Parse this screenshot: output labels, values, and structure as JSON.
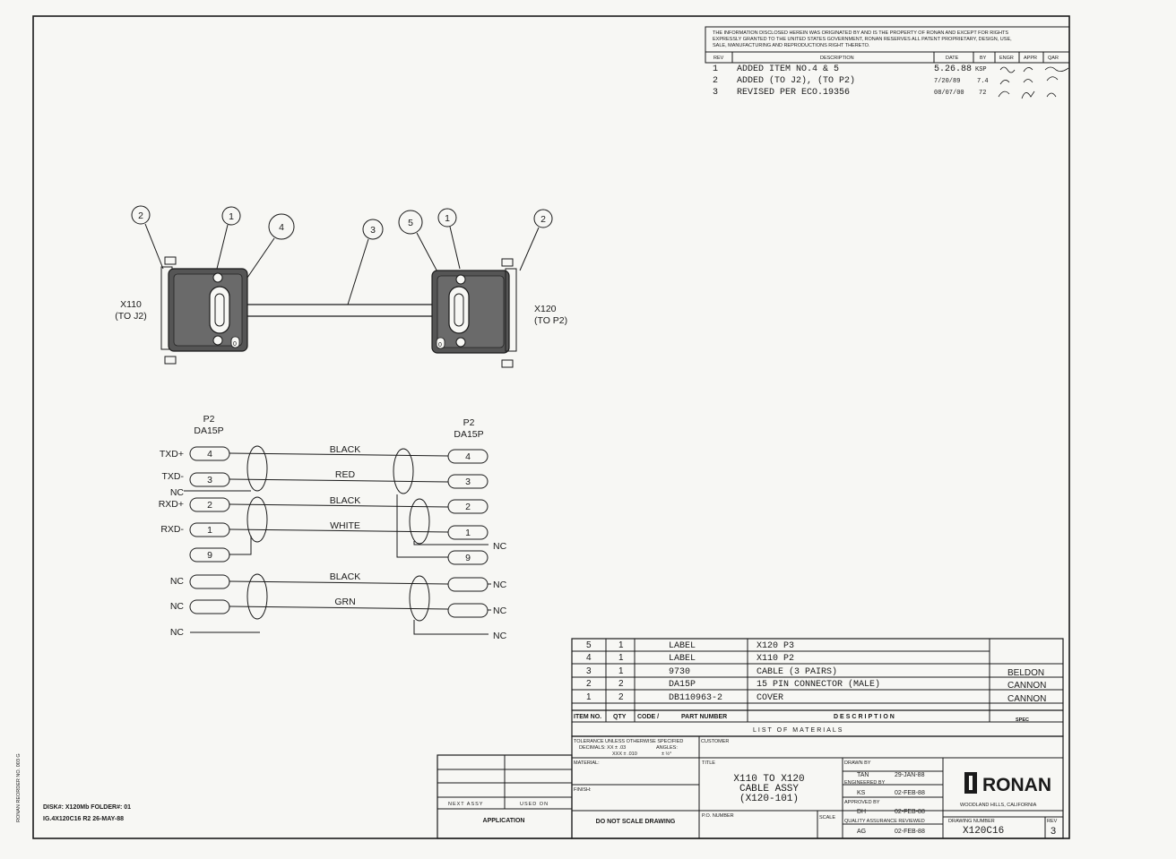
{
  "notice": {
    "line1": "THE INFORMATION DISCLOSED HEREIN WAS ORIGINATED BY AND IS THE PROPERTY OF RONAN AND EXCEPT FOR RIGHTS",
    "line2": "EXPRESSLY GRANTED TO THE UNITED STATES GOVERNMENT, RONAN RESERVES ALL PATENT PROPRIETARY, DESIGN, USE,",
    "line3": "SALE, MANUFACTURING AND REPRODUCTIONS RIGHT THERETO."
  },
  "revision_block": {
    "headers": {
      "rev": "REV",
      "description": "DESCRIPTION",
      "date": "DATE",
      "by": "BY",
      "engr": "ENGR",
      "appr": "APPR",
      "qar": "QAR"
    },
    "rows": [
      {
        "rev": "1",
        "description": "ADDED ITEM NO.4 & 5",
        "date": "5.26.88",
        "by": "KSP"
      },
      {
        "rev": "2",
        "description": "ADDED (TO J2), (TO P2)",
        "date": "7/20/89",
        "by": "7.4"
      },
      {
        "rev": "3",
        "description": "REVISED PER ECO.19356",
        "date": "08/07/00",
        "by": "72"
      }
    ]
  },
  "assembly": {
    "balloons": [
      "2",
      "1",
      "4",
      "3",
      "5",
      "1",
      "2"
    ],
    "left_connector": {
      "name": "X110",
      "mate": "(TO J2)"
    },
    "right_connector": {
      "name": "X120",
      "mate": "(TO P2)"
    },
    "marks": [
      "0",
      "0"
    ]
  },
  "schematic": {
    "left_header": [
      "P2",
      "DA15P"
    ],
    "right_header": [
      "P2",
      "DA15P"
    ],
    "left_signals": [
      "TXD+",
      "TXD-",
      "NC",
      "RXD+",
      "RXD-",
      "NC",
      "NC",
      "NC"
    ],
    "left_pins": [
      "4",
      "3",
      "2",
      "1",
      "9"
    ],
    "right_pins": [
      "4",
      "3",
      "2",
      "1",
      "9"
    ],
    "wire_colors": [
      "BLACK",
      "RED",
      "BLACK",
      "WHITE",
      "BLACK",
      "GRN"
    ],
    "right_nc": [
      "NC",
      "NC",
      "NC",
      "NC"
    ]
  },
  "bom": {
    "rows": [
      {
        "item": "5",
        "qty": "1",
        "code": "LABEL",
        "desc": "X120 P3",
        "spec": ""
      },
      {
        "item": "4",
        "qty": "1",
        "code": "LABEL",
        "desc": "X110 P2",
        "spec": ""
      },
      {
        "item": "3",
        "qty": "1",
        "code": "9730",
        "desc": "CABLE (3 PAIRS)",
        "spec": "BELDON"
      },
      {
        "item": "2",
        "qty": "2",
        "code": "DA15P",
        "desc": "15 PIN CONNECTOR (MALE)",
        "spec": "CANNON"
      },
      {
        "item": "1",
        "qty": "2",
        "code": "DB110963-2",
        "desc": "COVER",
        "spec": "CANNON"
      }
    ],
    "headers": {
      "item": "ITEM NO.",
      "qty": "QTY",
      "code": "CODE /",
      "part": "PART NUMBER",
      "desc": "DESCRIPTION",
      "spec": "SPEC"
    },
    "title": "LIST OF MATERIALS"
  },
  "title_block": {
    "tolerance_line1": "TOLERANCE UNLESS OTHERWISE SPECIFIED",
    "tolerance_line2": "DECIMALS:  XX ± .03",
    "tolerance_line3": "XXX ± .010",
    "angles": "ANGLES:",
    "angles_value": "± ½°",
    "customer": "CUSTOMER",
    "material": "MATERIAL:",
    "finish": "FINISH:",
    "title_label": "TITLE",
    "title_lines": [
      "X110 TO X120",
      "CABLE ASSY",
      "(X120-101)"
    ],
    "drawn_by_label": "DRAWN BY",
    "drawn_by": "TAN",
    "drawn_date": "29-JAN-88",
    "engineered_by_label": "ENGINEERED BY",
    "engineered_by": "KS",
    "engineered_date": "02-FEB-88",
    "approved_by_label": "APPROVED BY",
    "approved_by": "DH",
    "approved_date": "02-FEB-88",
    "qa_label": "QUALITY ASSURANCE REVIEWED",
    "qa_by": "AG",
    "qa_date": "02-FEB-88",
    "company": "RONAN",
    "location": "WOODLAND HILLS, CALIFORNIA",
    "drawing_number_label": "DRAWING NUMBER",
    "drawing_number": "X120C16",
    "rev_label": "REV",
    "rev": "3",
    "next_assy": "NEXT ASSY",
    "used_on": "USED ON",
    "application": "APPLICATION",
    "do_not_scale": "DO NOT SCALE DRAWING",
    "po_number": "P.O. NUMBER",
    "scale": "SCALE"
  },
  "footer": {
    "disk": "DISK#: X120Mb   FOLDER#: 01",
    "file": "IG.4X120C16 R2 26-MAY-88",
    "reorder": "RONAN REORDER NO. 003 G"
  }
}
